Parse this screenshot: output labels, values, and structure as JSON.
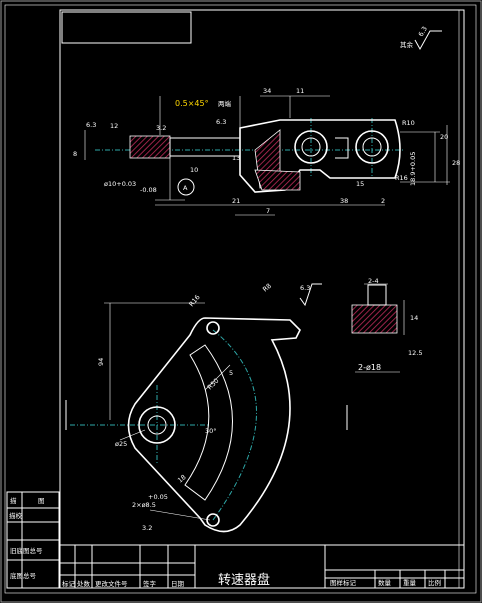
{
  "colors": {
    "background": "#000000",
    "lines": "#ffffff",
    "dimension": "#ffd700",
    "center_line": "#2ea8a8",
    "hatch": "#c02b5a"
  },
  "surface_finish": {
    "note": "其余",
    "value": "6.3"
  },
  "top_view": {
    "dims": {
      "chamfer": "0.5×45°",
      "chamfer_note": "两端",
      "roughness_a": "6.3",
      "roughness_b": "3.2",
      "roughness_c": "6.3",
      "left_thickness": "8",
      "left_height": "12",
      "d34": "34",
      "d11": "11",
      "r10": "R10",
      "d20": "20",
      "d13": "13",
      "d10": "10",
      "r16": "R16",
      "d28": "28",
      "d_tol": "18.9+0.05",
      "bore": "ø10+0.03",
      "bore_b": "-0.08",
      "d21": "21",
      "d7": "7",
      "d38": "38",
      "d2": "2",
      "datum": "A",
      "d15": "15"
    }
  },
  "front_view": {
    "dims": {
      "r16": "R16",
      "r8": "R8",
      "roughness": "6.3",
      "keyway": "2-4",
      "d14": "14",
      "d2x": "2-ø18",
      "roughness_b": "12.5",
      "d94": "94",
      "r50": "R50",
      "d5": "5",
      "d25": "ø25",
      "d18": "18",
      "angle": "30°",
      "holes": "2×ø8.5",
      "holes_tol": "+0.05",
      "roughness_c": "3.2"
    }
  },
  "title_block": {
    "part_name": "转速器盘",
    "labels": [
      "图样标记",
      "数量",
      "重量",
      "比例"
    ],
    "left_labels": [
      "描",
      "图",
      "描校",
      "旧底图总号",
      "底图总号"
    ],
    "row_labels": [
      "标记",
      "处数",
      "更改文件号",
      "签字",
      "日期"
    ]
  }
}
